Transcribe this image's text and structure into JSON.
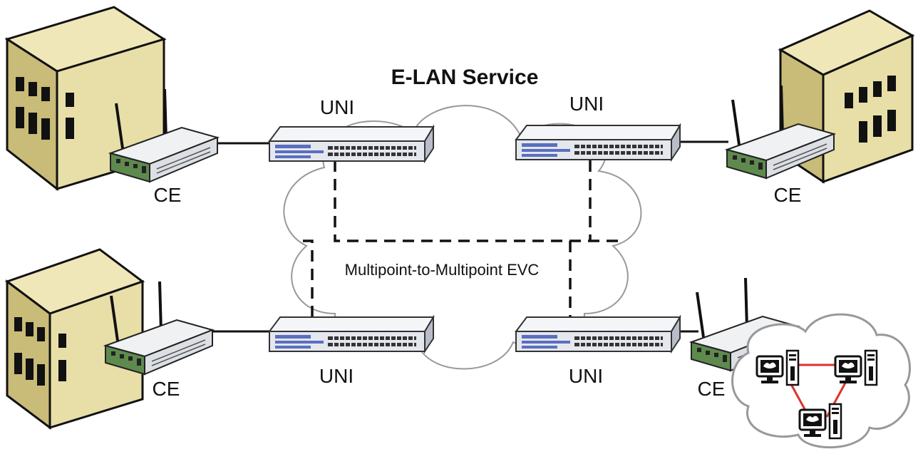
{
  "diagram": {
    "title": "E-LAN Service",
    "evc_label": "Multipoint-to-Multipoint EVC",
    "uni_label": "UNI",
    "ce_label": "CE",
    "sites": [
      {
        "id": "top-left",
        "type": "building"
      },
      {
        "id": "top-right",
        "type": "building"
      },
      {
        "id": "bottom-left",
        "type": "building"
      },
      {
        "id": "bottom-right",
        "type": "lan-cloud"
      }
    ]
  },
  "colors": {
    "building_front": "#e8dfa8",
    "building_side": "#c9bb78",
    "router_green": "#5e8a4e",
    "switch_body": "#e4e7ee",
    "switch_blue": "#5a6fc0",
    "lan_link": "#d9352c",
    "cloud_stroke": "#999999"
  }
}
